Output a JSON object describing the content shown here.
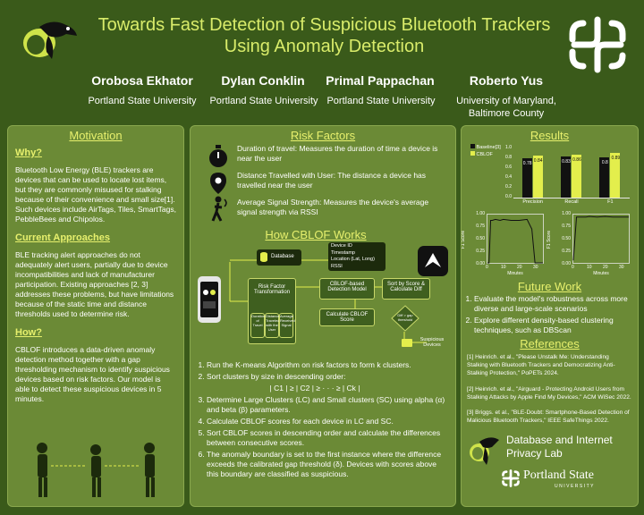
{
  "header": {
    "title": "Towards Fast Detection of Suspicious Bluetooth Trackers Using Anomaly Detection",
    "authors": [
      {
        "name": "Orobosa Ekhator",
        "affiliation": "Portland State University"
      },
      {
        "name": "Dylan Conklin",
        "affiliation": "Portland State University"
      },
      {
        "name": "Primal Pappachan",
        "affiliation": "Portland State University"
      },
      {
        "name": "Roberto Yus",
        "affiliation": "University of Maryland, Baltimore County"
      }
    ]
  },
  "motivation": {
    "heading": "Motivation",
    "why_heading": "Why?",
    "why_text": "Bluetooth Low Energy (BLE) trackers are devices that can be used to locate lost items, but they are commonly misused for stalking because of their convenience and small size[1]. Such devices include AirTags, Tiles, SmartTags, PebbleBees and Chipolos.",
    "current_heading": "Current Approaches",
    "current_text": "BLE tracking alert approaches do not adequately alert users, partially due to device incompatibilities and lack of manufacturer participation. Existing approaches [2, 3] addresses these problems, but have limitations because of the static time and distance thresholds used to determine risk.",
    "how_heading": "How?",
    "how_text": "CBLOF introduces a data-driven anomaly detection method together with a gap thresholding mechanism to identify suspicious devices based on risk factors. Our model is able to detect these suspicious devices in 5 minutes."
  },
  "risk_factors": {
    "heading": "Risk Factors",
    "items": [
      {
        "icon": "stopwatch-icon",
        "text": "Duration of travel: Measures the duration of time a device is near the user"
      },
      {
        "icon": "location-pin-icon",
        "text": "Distance Travelled with User: The distance a device has travelled near the user"
      },
      {
        "icon": "walking-signal-icon",
        "text": "Average Signal Strength: Measures the device's average signal strength via RSSI"
      }
    ]
  },
  "cblof": {
    "heading": "How CBLOF Works",
    "database": "Database",
    "device_info": [
      "Device ID",
      "Timestamp",
      "Location (Lat, Long)",
      "RSSI"
    ],
    "risk_transform": "Risk Factor Transformation",
    "small_boxes": [
      "Duration of Travel",
      "Distance Traveled with the User",
      "Average Received Signal"
    ],
    "detection_model": "CBLOF-based Detection Model",
    "calculate_score": "Calculate CBLOF Score",
    "sort_score": "Sort by Score & Calculate Diff",
    "diff_gap": "Diff > gap threshold",
    "suspicious": "Suspicious Devices",
    "steps": [
      "Run the K-means Algorithm on risk factors to form k clusters.",
      "Sort clusters by size in descending order:",
      "Determine Large Clusters (LC) and Small clusters (SC) using alpha (α) and beta (β) parameters.",
      "Calculate CBLOF scores for each device in LC and SC.",
      "Sort CBLOF scores in descending order and calculate the differences between consecutive scores.",
      "The anomaly boundary is set to the first instance where the difference exceeds the calibrated gap threshold (δ). Devices with scores above this boundary are classified as suspicious."
    ],
    "formula": "| C1 | ≥ | C2 | ≥ · · · ≥ | Ck |"
  },
  "results": {
    "heading": "Results",
    "bar_legend": [
      "Baseline[3]",
      "CBLOF"
    ],
    "colors": {
      "baseline": "#111111",
      "cblof": "#e3ee4c"
    },
    "small_charts": [
      {
        "xlabel": "Minutes",
        "ylabel": "F1 Score",
        "yticks": [
          "1.00",
          "0.75",
          "0.50",
          "0.25",
          "0.00"
        ],
        "xticks": [
          "0",
          "10",
          "20",
          "30"
        ]
      },
      {
        "xlabel": "Minutes",
        "ylabel": "F1 Score",
        "yticks": [
          "1.00",
          "0.75",
          "0.50",
          "0.25",
          "0.00"
        ],
        "xticks": [
          "0",
          "10",
          "20",
          "30"
        ]
      }
    ]
  },
  "chart_data": [
    {
      "type": "bar",
      "categories": [
        "Precision",
        "Recall",
        "F1"
      ],
      "series": [
        {
          "name": "Baseline[3]",
          "values": [
            0.78,
            0.83,
            0.8
          ]
        },
        {
          "name": "CBLOF",
          "values": [
            0.84,
            0.86,
            0.89
          ]
        }
      ],
      "yticks": [
        "1.0",
        "0.8",
        "0.6",
        "0.4",
        "0.2",
        "0.0"
      ],
      "ylim": [
        0,
        1
      ],
      "legend": "top-left"
    },
    {
      "type": "line",
      "x": [
        0,
        1,
        2,
        3,
        5,
        8,
        10,
        15,
        20,
        25,
        28,
        30,
        32,
        35
      ],
      "y": [
        0.0,
        0.0,
        0.88,
        0.88,
        0.9,
        0.88,
        0.9,
        0.88,
        0.88,
        0.9,
        0.7,
        0.0,
        0.0,
        0.0
      ],
      "xlabel": "Minutes",
      "ylabel": "F1 Score",
      "xlim": [
        0,
        35
      ],
      "ylim": [
        0,
        1
      ]
    },
    {
      "type": "line",
      "x": [
        0,
        2,
        5,
        8,
        10,
        15,
        20,
        25,
        30,
        35
      ],
      "y": [
        0.05,
        0.95,
        0.95,
        0.95,
        0.96,
        0.95,
        0.96,
        0.95,
        0.95,
        0.95
      ],
      "xlabel": "Minutes",
      "ylabel": "F1 Score",
      "xlim": [
        0,
        35
      ],
      "ylim": [
        0,
        1
      ]
    }
  ],
  "future": {
    "heading": "Future Work",
    "items": [
      "Evaluate the model's robustness across more diverse and large-scale scenarios",
      "Explore different density-based clustering techniques, such as DBScan"
    ]
  },
  "references": {
    "heading": "References",
    "items": [
      "[1] Heinrich. et al., \"Please Unstalk Me: Understanding Stalking with Bluetooth Trackers and Democratizing Anti-Stalking Protection,\" PoPETs 2024.",
      "[2] Heinrich. et al., \"Airguard - Protecting Android Users from Stalking Attacks by Apple Find My Devices,\" ACM WiSec 2022.",
      "[3] Briggs. et al., \"BLE-Doubt: Smartphone-Based Detection of Malicious Bluetooth Trackers,\" IEEE SafeThings 2022."
    ]
  },
  "lab": {
    "name": "Database and Internet Privacy Lab",
    "university": "Portland State",
    "university_sub": "UNIVERSITY"
  }
}
